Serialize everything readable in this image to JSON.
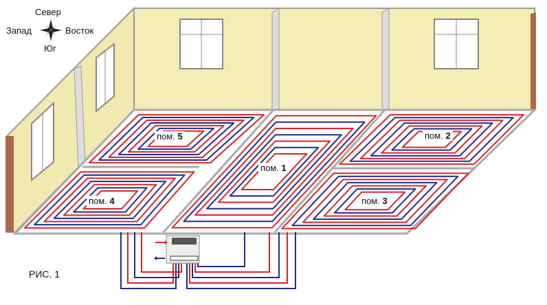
{
  "compass": {
    "north": "Север",
    "west": "Запад",
    "east": "Восток",
    "south": "Юг"
  },
  "rooms": [
    {
      "prefix": "пом.",
      "number": "5"
    },
    {
      "prefix": "пом.",
      "number": "4"
    },
    {
      "prefix": "пом.",
      "number": "1"
    },
    {
      "prefix": "пом.",
      "number": "2"
    },
    {
      "prefix": "пом.",
      "number": "3"
    }
  ],
  "figure_label": "РИС. 1",
  "colors": {
    "wall": "#f3ecb4",
    "supply": "#d9232a",
    "return": "#1d2c8c",
    "floor_line": "#aaaaaa",
    "brick": "#b0664a"
  }
}
